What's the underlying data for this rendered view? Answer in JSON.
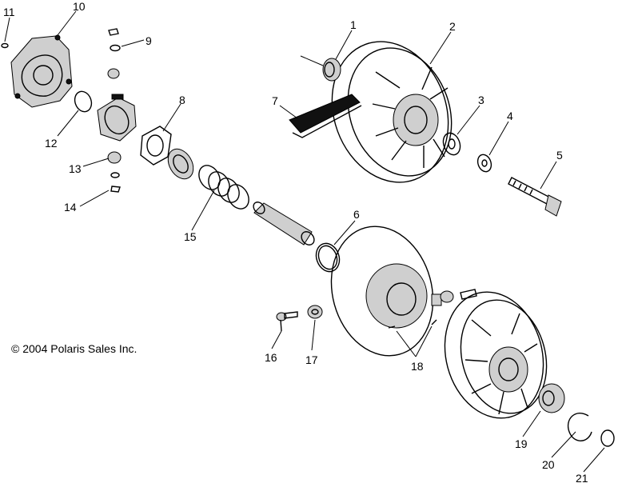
{
  "copyright": "© 2004 Polaris Sales Inc.",
  "callouts": [
    "1",
    "2",
    "3",
    "4",
    "5",
    "6",
    "7",
    "8",
    "9",
    "10",
    "11",
    "12",
    "13",
    "14",
    "15",
    "16",
    "17",
    "18",
    "19",
    "20",
    "21"
  ]
}
